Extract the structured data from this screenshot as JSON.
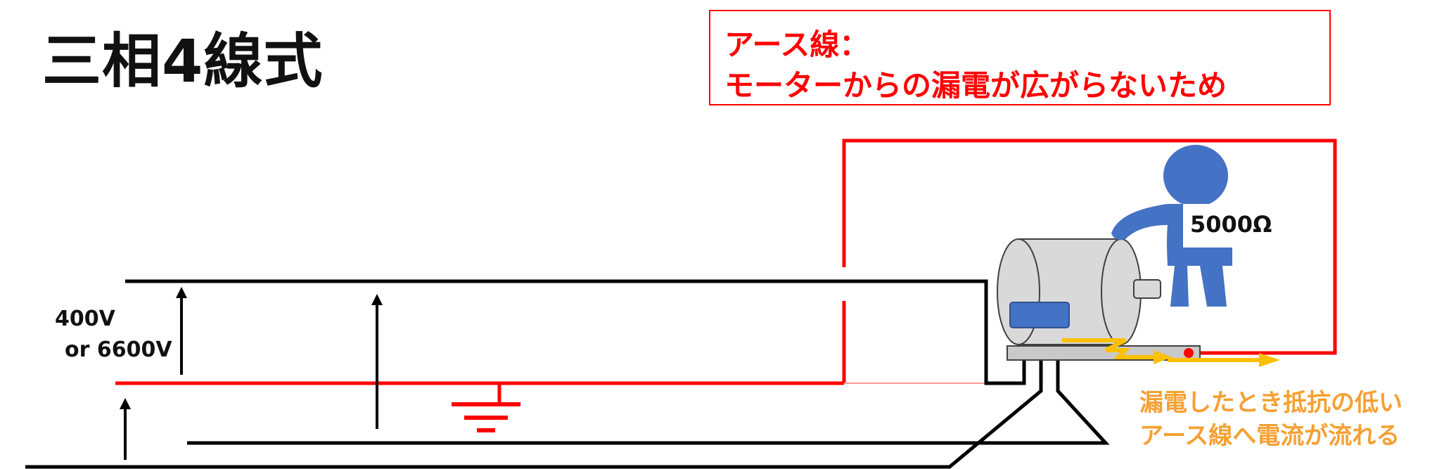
{
  "title": "三相4線式",
  "note": {
    "line1": "アース線：",
    "line2": "モーターからの漏電が広がらないため"
  },
  "voltage_label": {
    "line1": "400V",
    "line2": "or 6600V"
  },
  "resistance_label": "5000Ω",
  "leak_note": {
    "line1": "漏電したとき抵抗の低い",
    "line2": "アース線へ電流が流れる"
  },
  "colors": {
    "earth_line": "#ff0000",
    "phase_line": "#000000",
    "leak_current": "#ffc000",
    "annotation": "#f5a033",
    "person": "#4472c4",
    "motor_body": "#d9d9d9"
  }
}
